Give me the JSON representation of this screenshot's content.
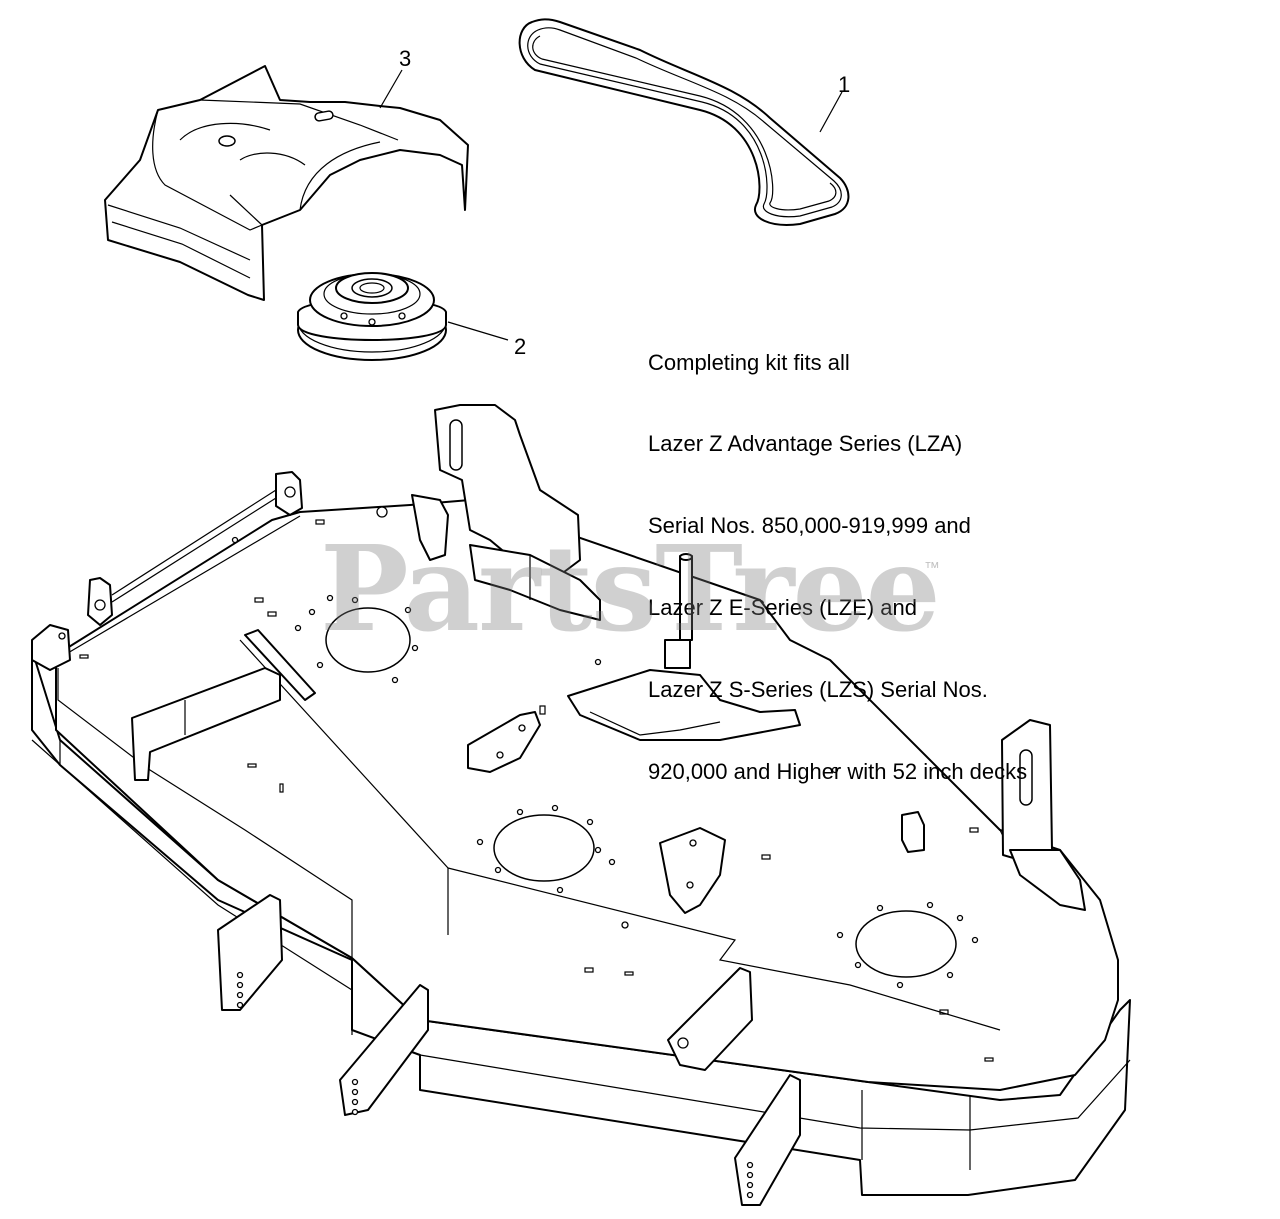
{
  "callouts": [
    {
      "id": "belt",
      "label": "1"
    },
    {
      "id": "pulley",
      "label": "2"
    },
    {
      "id": "cover",
      "label": "3"
    }
  ],
  "note_lines": [
    "Completing kit fits all",
    "Lazer Z Advantage Series (LZA)",
    "Serial Nos. 850,000-919,999 and",
    "Lazer Z E-Series (LZE) and",
    "Lazer Z S-Series (LZS) Serial Nos.",
    "920,000 and Higher with 52 inch decks"
  ],
  "watermark": {
    "text": "PartsTree",
    "mark": "™"
  }
}
